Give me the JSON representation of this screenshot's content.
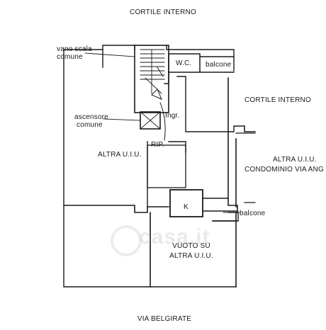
{
  "labels": {
    "cortile_top": "CORTILE INTERNO",
    "vano_scala_1": "vano scala",
    "vano_scala_2": "comune",
    "wc": "W.C.",
    "balcone_top": "balcone",
    "cortile_right": "CORTILE INTERNO",
    "ascensore_1": "ascensore",
    "ascensore_2": "comune",
    "ingr": "Ingr.",
    "rip": "RIP.",
    "altra_left": "ALTRA U.I.U.",
    "altra_right_1": "ALTRA U.I.U.",
    "altra_right_2": "CONDOMINIO VIA ANG",
    "k": "K",
    "balcone_bottom": "balcone",
    "vuoto_1": "VUOTO SU",
    "vuoto_2": "ALTRA U.I.U.",
    "via": "VIA BELGIRATE"
  },
  "watermark": "casa.it",
  "colors": {
    "ink": "#1a1a1a",
    "watermark": "#d9d9d9"
  }
}
